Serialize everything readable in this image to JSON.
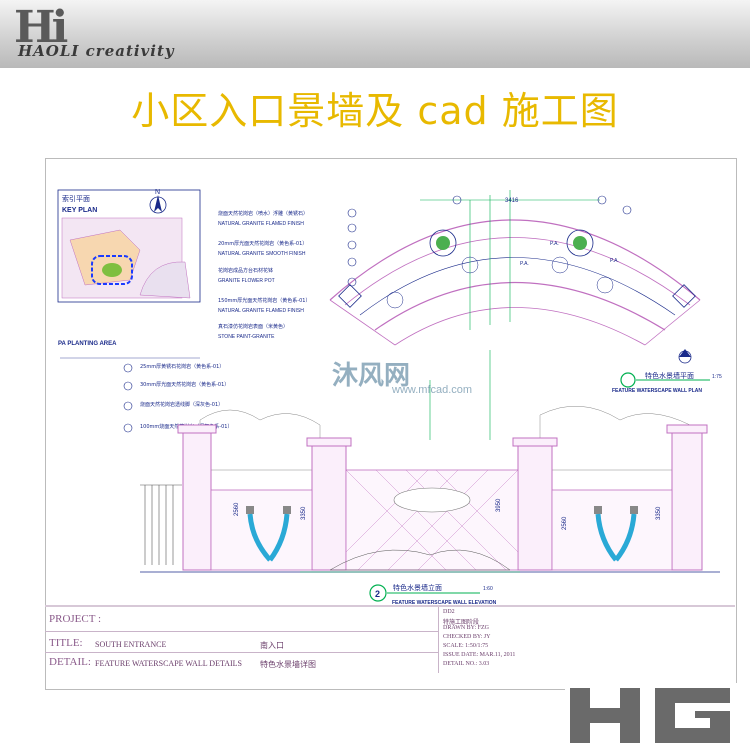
{
  "logo": {
    "mark": "Hi",
    "text": "HAOLI creativity"
  },
  "headline": "小区入口景墙及 cad 施工图",
  "key_plan": {
    "title_cn": "索引平面",
    "title_en": "KEY PLAN"
  },
  "planting_area": "PA  PLANTING AREA",
  "notes": [
    "25mm厚黄锈石花岗岩（黄色系-01）",
    "30mm厚光面天然花岗岩（黄色系-01）",
    "烧面天然花岗岩透线脚（深灰色-01）",
    "100mm烧面天然花岗岩（深灰色系-01）"
  ],
  "plan": {
    "title_cn": "特色水景墙平面",
    "title_en": "FEATURE WATERSCAPE WALL PLAN",
    "scale": "1:75",
    "dim_top": "3416"
  },
  "elevation": {
    "title_cn": "特色水景墙立面",
    "title_en": "FEATURE WATERSCAPE WALL ELEVATION",
    "scale": "1:60",
    "dims": [
      "2560",
      "3350",
      "3950",
      "2560",
      "3350"
    ]
  },
  "title_block": {
    "project_label": "PROJECT :",
    "title_label": "TITLE:",
    "title_value": "SOUTH ENTRANCE",
    "title_cn": "南入口",
    "detail_label": "DETAIL:",
    "detail_value": "FEATURE WATERSCAPE WALL DETAILS",
    "detail_cn": "特色水景墙详图",
    "dd": "DD2",
    "drawing_cn": "特施工图阶段",
    "drawn_by": "DRAWN BY: FZG",
    "checked_by": "CHECKED BY: JY",
    "scale": "SCALE: 1:50/1:75",
    "issue_date": "ISSUE DATE: MAR.11, 2011",
    "detail_no": "DETAIL NO.: 3.03"
  },
  "watermark": {
    "text": "沐风网",
    "url": "www.mfcad.com"
  },
  "colors": {
    "accent": "#e8b900",
    "cad_blue": "#1a2a8a",
    "cad_green": "#00b050",
    "cad_magenta": "#c070c0"
  }
}
